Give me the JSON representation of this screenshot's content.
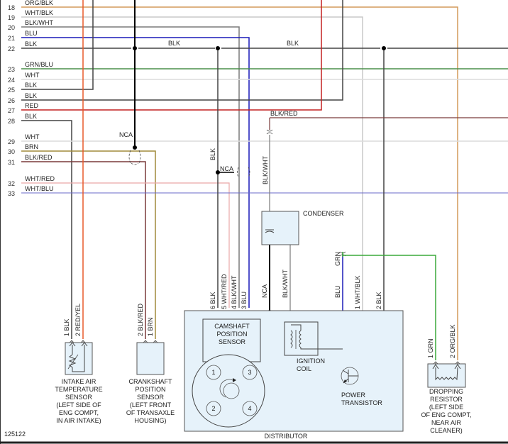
{
  "diagram": {
    "id_code": "125122",
    "colors": {
      "ORG/BLK": "#d39a5a",
      "WHT/BLK": "#c8c8c8",
      "BLK/WHT": "#7a7a7a",
      "BLU": "#1a1ab8",
      "BLK": "#444444",
      "BLK_bus": "#000000",
      "GRN/BLU": "#4a8f4a",
      "WHT": "#dcdcdc",
      "RED": "#e02020",
      "DKRED": "#c42020",
      "BRN": "#a08a3a",
      "BLK/RED": "#7a3a3a",
      "WHT/RED": "#e9a8a8",
      "WHT/BLU": "#6a6ac8",
      "RED/YEL": "#e85a2a",
      "GRN": "#3aa83a",
      "component_fill": "#e6f2fa"
    },
    "harness_rows": [
      {
        "num": "18",
        "label": "ORG/BLK"
      },
      {
        "num": "19",
        "label": "WHT/BLK"
      },
      {
        "num": "20",
        "label": "BLK/WHT"
      },
      {
        "num": "21",
        "label": "BLU"
      },
      {
        "num": "22",
        "label": "BLK"
      },
      {
        "num": "23",
        "label": "GRN/BLU"
      },
      {
        "num": "24",
        "label": "WHT"
      },
      {
        "num": "25",
        "label": "BLK"
      },
      {
        "num": "26",
        "label": "BLK"
      },
      {
        "num": "27",
        "label": "RED"
      },
      {
        "num": "28",
        "label": "BLK"
      },
      {
        "num": "29",
        "label": "WHT"
      },
      {
        "num": "30",
        "label": "BRN"
      },
      {
        "num": "31",
        "label": "BLK/RED"
      },
      {
        "num": "32",
        "label": "WHT/RED"
      },
      {
        "num": "33",
        "label": "WHT/BLU"
      }
    ],
    "wire_labels": {
      "bus_blk_1": "BLK",
      "bus_blk_2": "BLK",
      "nca_left": "NCA",
      "nca_mid": "NCA",
      "blk_vertical": "BLK",
      "blk_red_top": "BLK/RED",
      "blk_wht_vertical": "BLK/WHT",
      "nca_ground": "NCA",
      "blk_wht_condenser": "BLK/WHT",
      "grn_top": "GRN",
      "blu_transistor": "BLU"
    },
    "components": {
      "intake_air_temp": {
        "pins": [
          {
            "num": "1",
            "wire": "BLK"
          },
          {
            "num": "2",
            "wire": "RED/YEL"
          }
        ],
        "label": [
          "INTAKE AIR",
          "TEMPERATURE",
          "SENSOR",
          "(LEFT SIDE OF",
          "ENG COMPT,",
          "IN AIR INTAKE)"
        ]
      },
      "crankshaft_sensor": {
        "pins": [
          {
            "num": "2",
            "wire": "BLK/RED"
          },
          {
            "num": "1",
            "wire": "BRN"
          }
        ],
        "label": [
          "CRANKSHAFT",
          "POSITION",
          "SENSOR",
          "(LEFT FRONT",
          "OF TRANSAXLE",
          "HOUSING)"
        ]
      },
      "distributor": {
        "title": "DISTRIBUTOR",
        "pins": [
          {
            "num": "6",
            "wire": "BLK"
          },
          {
            "num": "5",
            "wire": "WHT/RED"
          },
          {
            "num": "4",
            "wire": "BLK/WHT"
          },
          {
            "num": "3",
            "wire": "BLU"
          },
          {
            "num": "1",
            "wire": "WHT/BLK"
          },
          {
            "num": "2",
            "wire": "BLK"
          }
        ],
        "camshaft_label": [
          "CAMSHAFT",
          "POSITION",
          "SENSOR"
        ],
        "ignition_coil_label": [
          "IGNITION",
          "COIL"
        ],
        "power_transistor_label": [
          "POWER",
          "TRANSISTOR"
        ],
        "rotor_positions": [
          "1",
          "3",
          "2",
          "4"
        ]
      },
      "condenser": {
        "label": "CONDENSER"
      },
      "dropping_resistor": {
        "pins": [
          {
            "num": "1",
            "wire": "GRN"
          },
          {
            "num": "2",
            "wire": "ORG/BLK"
          }
        ],
        "label": [
          "DROPPING",
          "RESISTOR",
          "(LEFT SIDE",
          "OF ENG COMPT,",
          "NEAR AIR",
          "CLEANER)"
        ]
      }
    }
  }
}
